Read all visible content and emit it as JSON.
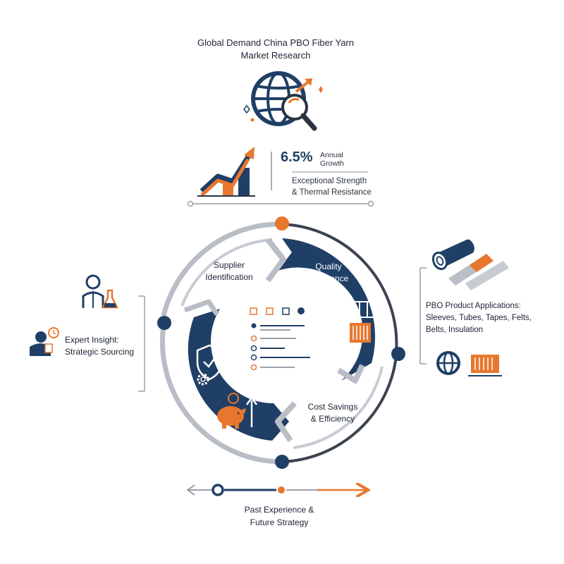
{
  "title": {
    "line1": "Global Demand China PBO Fiber Yarn",
    "line2": "Market Research"
  },
  "growth": {
    "percent": "6.5%",
    "label_line1": "Annual",
    "label_line2": "Growth",
    "desc_line1": "Exceptional Strength",
    "desc_line2": "& Thermal Resistance"
  },
  "cycle": {
    "supplier_line1": "Supplier",
    "supplier_line2": "Identification",
    "quality_line1": "Quality",
    "quality_line2": "Assurance",
    "cost_line1": "Cost Savings",
    "cost_line2": "& Efficiency"
  },
  "expert": {
    "line1": "Expert Insight:",
    "line2": "Strategic Sourcing"
  },
  "applications": {
    "line1": "PBO Product Applications:",
    "line2": "Sleeves, Tubes, Tapes, Felts,",
    "line3": "Belts, Insulation"
  },
  "timeline": {
    "line1": "Past Experience &",
    "line2": "Future Strategy"
  },
  "colors": {
    "navy": "#1f3f66",
    "orange": "#e8772e",
    "gray": "#b9bec6",
    "dark_ring": "#3b4350"
  },
  "icons": [
    "globe-search-icon",
    "growth-chart-icon",
    "shield-check-icon",
    "gear-icon",
    "piggy-bank-icon",
    "factory-icon",
    "scientist-icon",
    "expert-clock-icon",
    "fiber-roll-icon",
    "tape-icon",
    "globe-icon",
    "container-icon",
    "checklist-icon"
  ]
}
